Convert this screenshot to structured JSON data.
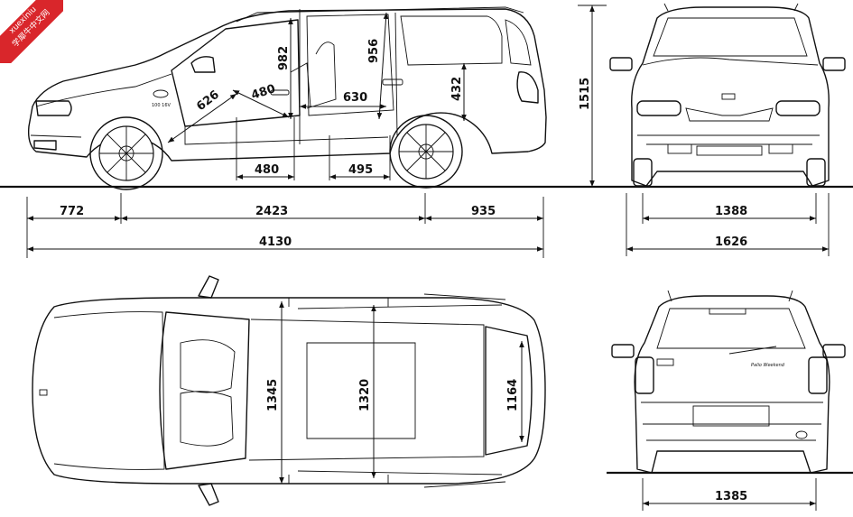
{
  "watermark": {
    "line1": "xuexiniu",
    "line2": "学犀牛中文网"
  },
  "badge": "100 16V",
  "rear_script": "Palio Weekend",
  "dimensions": {
    "front_overhang": "772",
    "wheelbase": "2423",
    "rear_overhang": "935",
    "overall_length": "4130",
    "overall_height": "1515",
    "front_track": "1388",
    "overall_width": "1626",
    "rear_track": "1385",
    "front_seat_to_pedals": "626",
    "front_seat_height": "480",
    "front_headroom": "982",
    "rear_headroom": "956",
    "rear_legroom": "630",
    "front_seat_depth": "480",
    "rear_seat_depth": "495",
    "load_sill_height": "432",
    "front_shoulder_width": "1345",
    "rear_shoulder_width": "1320",
    "cargo_width": "1164"
  },
  "colors": {
    "line": "#111111",
    "background": "#ffffff",
    "watermark": "#d9262b"
  }
}
